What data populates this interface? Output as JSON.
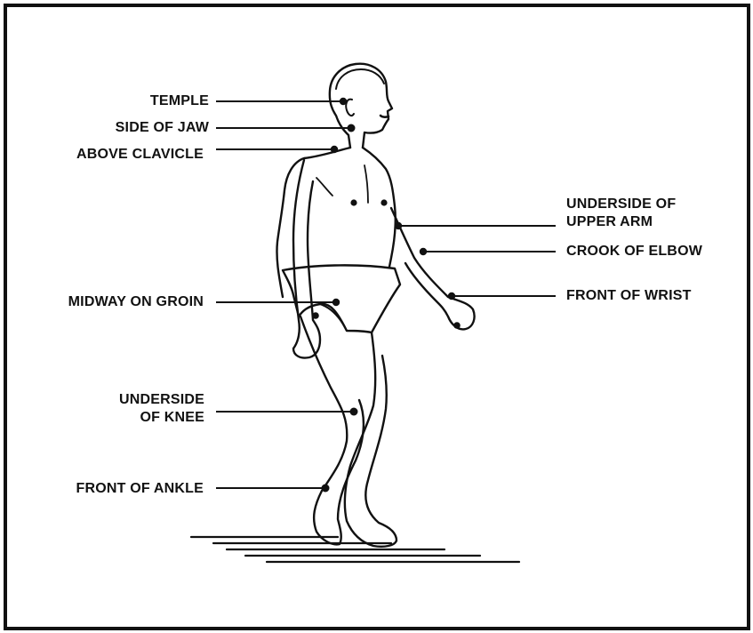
{
  "diagram": {
    "left_labels": {
      "temple": "TEMPLE",
      "side_of_jaw": "SIDE OF JAW",
      "above_clavicle": "ABOVE CLAVICLE",
      "midway_on_groin": "MIDWAY ON GROIN",
      "underside_of_knee_1": "UNDERSIDE",
      "underside_of_knee_2": "OF KNEE",
      "front_of_ankle": "FRONT OF ANKLE"
    },
    "right_labels": {
      "underside_upper_arm_1": "UNDERSIDE OF",
      "underside_upper_arm_2": "UPPER ARM",
      "crook_of_elbow": "CROOK OF ELBOW",
      "front_of_wrist": "FRONT OF WRIST"
    }
  }
}
